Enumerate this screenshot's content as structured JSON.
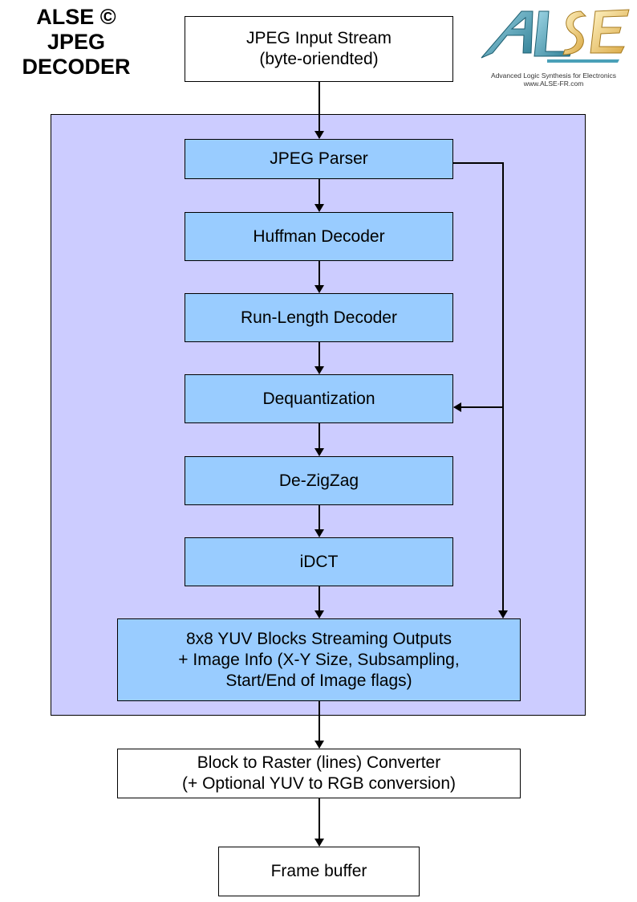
{
  "title": {
    "line1": "ALSE ©",
    "line2": "JPEG",
    "line3": "DECODER"
  },
  "logo": {
    "brand": "ALSE",
    "tagline": "Advanced Logic Synthesis for Electronics",
    "url": "www.ALSE-FR.com"
  },
  "colors": {
    "container": "#ccccff",
    "stage": "#99ccff",
    "io": "#ffffff"
  },
  "input": {
    "line1": "JPEG Input Stream",
    "line2": "(byte-oriendted)"
  },
  "stages": [
    {
      "label": "JPEG Parser"
    },
    {
      "label": "Huffman Decoder"
    },
    {
      "label": "Run-Length Decoder"
    },
    {
      "label": "Dequantization"
    },
    {
      "label": "De-ZigZag"
    },
    {
      "label": "iDCT"
    }
  ],
  "output": {
    "line1": "8x8 YUV Blocks Streaming Outputs",
    "line2": "+ Image Info (X-Y Size, Subsampling,",
    "line3": "Start/End of Image flags)"
  },
  "converter": {
    "line1": "Block to Raster (lines) Converter",
    "line2": "(+ Optional YUV to RGB conversion)"
  },
  "framebuffer": {
    "label": "Frame buffer"
  }
}
